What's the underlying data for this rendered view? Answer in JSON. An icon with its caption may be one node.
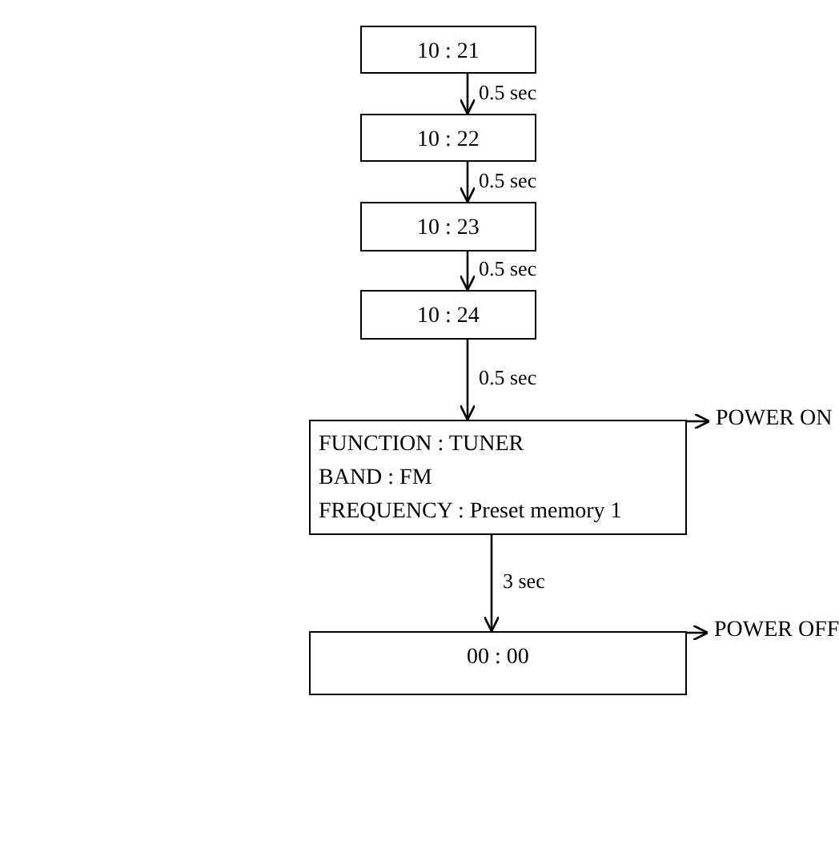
{
  "diagram": {
    "nodes": [
      {
        "text": [
          "10 : 21"
        ]
      },
      {
        "text": [
          "10 : 22"
        ]
      },
      {
        "text": [
          "10 : 23"
        ]
      },
      {
        "text": [
          "10 : 24"
        ]
      },
      {
        "text": [
          "FUNCTION : TUNER",
          "BAND : FM",
          "FREQUENCY : Preset memory 1"
        ]
      },
      {
        "text": [
          "00 : 00"
        ]
      },
      {
        "text": [
          "POWER ON"
        ]
      },
      {
        "text": [
          "POWER OFF"
        ]
      }
    ],
    "edges": [
      {
        "from": 0,
        "to": 1,
        "arrow": "to",
        "label": "0.5 sec"
      },
      {
        "from": 1,
        "to": 2,
        "arrow": "to",
        "label": "0.5 sec"
      },
      {
        "from": 2,
        "to": 3,
        "arrow": "to",
        "label": "0.5 sec"
      },
      {
        "from": 3,
        "to": 4,
        "arrow": "to",
        "label": "0.5 sec"
      },
      {
        "from": 4,
        "to": 5,
        "arrow": "to",
        "label": "3 sec"
      },
      {
        "from": 4,
        "to": 6,
        "arrow": "to"
      },
      {
        "from": 5,
        "to": 7,
        "arrow": "to"
      }
    ]
  }
}
